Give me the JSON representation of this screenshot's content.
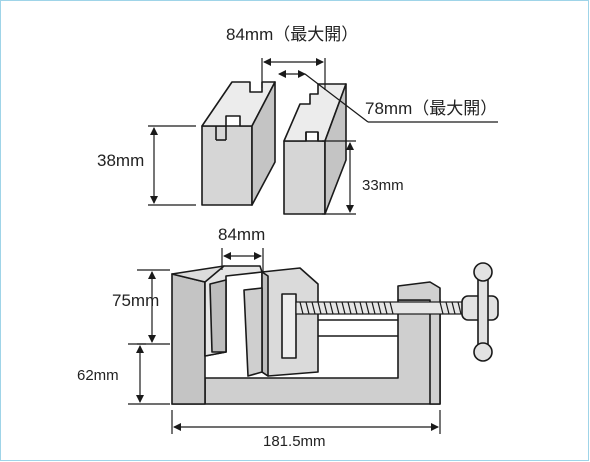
{
  "dimensions": {
    "jaw_open_top": "84mm（最大開）",
    "jaw_open_inner": "78mm（最大開）",
    "jaw_height": "38mm",
    "jaw_depth": "33mm",
    "jaw_width": "84mm",
    "vise_height": "75mm",
    "base_height": "62mm",
    "overall_length": "181.5mm"
  },
  "colors": {
    "body_fill": "#d6d6d6",
    "line": "#1a1a1a",
    "frame_border": "#9fd4e8"
  }
}
